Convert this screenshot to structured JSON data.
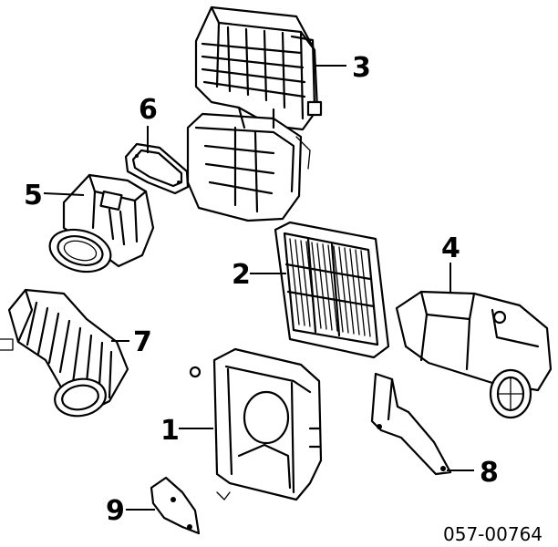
{
  "diagram": {
    "part_number": "057-00764",
    "parts": [
      {
        "id": "part-1",
        "number": "1"
      },
      {
        "id": "part-2",
        "number": "2"
      },
      {
        "id": "part-3",
        "number": "3"
      },
      {
        "id": "part-4",
        "number": "4"
      },
      {
        "id": "part-5",
        "number": "5"
      },
      {
        "id": "part-6",
        "number": "6"
      },
      {
        "id": "part-7",
        "number": "7"
      },
      {
        "id": "part-8",
        "number": "8"
      },
      {
        "id": "part-9",
        "number": "9"
      }
    ]
  }
}
